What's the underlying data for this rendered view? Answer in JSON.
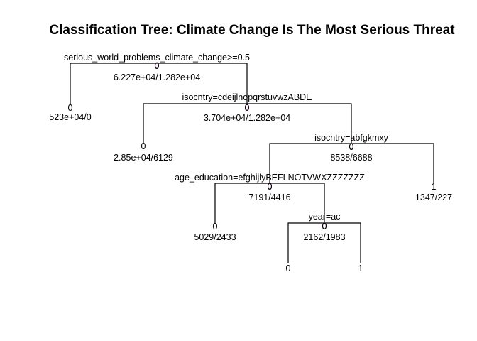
{
  "title": "Classification Tree: Climate Change Is The Most Serious Threat",
  "marker_color": "#8b1a8b",
  "nodes": [
    {
      "split": "serious_world_problems_climate_change>=0.5",
      "class": "0",
      "counts": "6.227e+04/1.282e+04"
    },
    {
      "class": "0",
      "counts": "523e+04/0"
    },
    {
      "split": "isocntry=cdeijlnopqrstuvwzABDE",
      "class": "0",
      "counts": "3.704e+04/1.282e+04"
    },
    {
      "class": "0",
      "counts": "2.85e+04/6129"
    },
    {
      "split": "isocntry=abfgkmxy",
      "class": "0",
      "counts": "8538/6688"
    },
    {
      "class": "1",
      "counts": "1347/227"
    },
    {
      "split": "age_education=efghijlyBEFLNOTVWXZZZZZZZ",
      "class": "0",
      "counts": "7191/4416"
    },
    {
      "class": "0",
      "counts": "5029/2433"
    },
    {
      "split": "year=ac",
      "class": "0",
      "counts": "2162/1983"
    },
    {
      "class": "0"
    },
    {
      "class": "1"
    }
  ]
}
